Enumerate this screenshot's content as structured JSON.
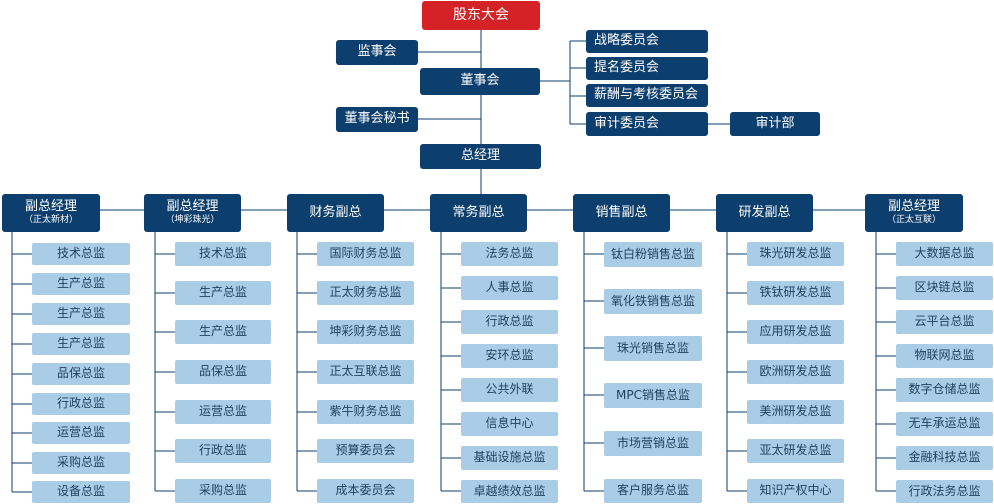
{
  "top": {
    "shareholders": "股东大会",
    "supervisory_board": "监事会",
    "board": "董事会",
    "board_secretary": "董事会秘书",
    "general_manager": "总经理",
    "audit_dept": "审计部"
  },
  "committees": [
    "战略委员会",
    "提名委员会",
    "薪酬与考核委员会",
    "审计委员会"
  ],
  "columns": [
    {
      "title": "副总经理",
      "subtitle": "（正太新材）",
      "items": [
        "技术总监",
        "生产总监",
        "生产总监",
        "生产总监",
        "品保总监",
        "行政总监",
        "运营总监",
        "采购总监",
        "设备总监"
      ]
    },
    {
      "title": "副总经理",
      "subtitle": "（坤彩珠光）",
      "items": [
        "技术总监",
        "生产总监",
        "生产总监",
        "品保总监",
        "运营总监",
        "行政总监",
        "采购总监"
      ]
    },
    {
      "title": "财务副总",
      "subtitle": "",
      "items": [
        "国际财务总监",
        "正太财务总监",
        "坤彩财务总监",
        "正太互联总监",
        "紫牛财务总监",
        "预算委员会",
        "成本委员会"
      ]
    },
    {
      "title": "常务副总",
      "subtitle": "",
      "items": [
        "法务总监",
        "人事总监",
        "行政总监",
        "安环总监",
        "公共外联",
        "信息中心",
        "基础设施总监",
        "卓越绩效总监"
      ]
    },
    {
      "title": "销售副总",
      "subtitle": "",
      "items": [
        "钛白粉销售总监",
        "氧化铁销售总监",
        "珠光销售总监",
        "MPC销售总监",
        "市场营销总监",
        "客户服务总监"
      ]
    },
    {
      "title": "研发副总",
      "subtitle": "",
      "items": [
        "珠光研发总监",
        "铁钛研发总监",
        "应用研发总监",
        "欧洲研发总监",
        "美洲研发总监",
        "亚太研发总监",
        "知识产权中心"
      ]
    },
    {
      "title": "副总经理",
      "subtitle": "（正太互联）",
      "items": [
        "大数据总监",
        "区块链总监",
        "云平台总监",
        "物联网总监",
        "数字仓储总监",
        "无车承运总监",
        "金融科技总监",
        "行政法务总监"
      ]
    }
  ],
  "colors": {
    "dark": "#0d3f6e",
    "light": "#a9cde6",
    "red": "#d52226",
    "line": "#0d3f6e"
  }
}
